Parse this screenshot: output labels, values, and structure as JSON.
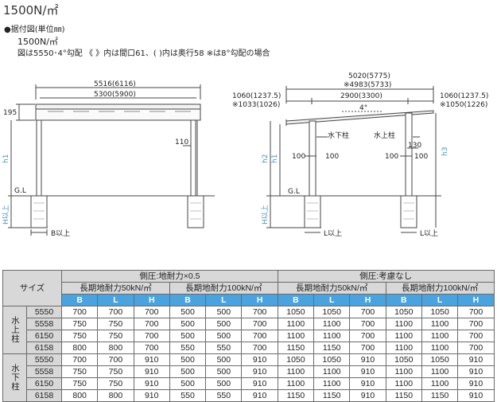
{
  "title": "1500N/㎡",
  "drawing_heading": "●据付図(単位㎜)",
  "spec_line1": "1500N/㎡",
  "spec_line2": "図は5550･4°勾配 《 》内は間口61、( )内は奥行58 ※は8°勾配の場合",
  "front": {
    "top_dim": "5516(6116)",
    "inner_dim": "5300(5900)",
    "roof_h": "195",
    "post_w": "110",
    "h1": "h1",
    "gl": "G.L",
    "hbelow": "H以上",
    "bbelow": "B以上"
  },
  "side": {
    "total_dim": "5020(5775)",
    "total_alt": "※4983(5733)",
    "left_dim": "1060(1237.5)",
    "left_alt": "※1033(1026)",
    "center_dim": "2900(3300)",
    "right_dim": "1060(1237.5)",
    "right_alt": "※1050(1226)",
    "angle": "4°",
    "low_post": "水下柱",
    "high_post": "水上柱",
    "dim_130": "130",
    "dim_100_left_a": "100",
    "dim_100_left_b": "100",
    "dim_100_right_a": "100",
    "dim_100_right_b": "100",
    "h1": "h1",
    "h2": "h2",
    "h3": "h3",
    "gl": "G.L",
    "hbelow": "H以上",
    "lbelow_left": "L以上",
    "lbelow_right": "L以上"
  },
  "table": {
    "size_header": "サイズ",
    "group_a": "側圧:地耐力×0.5",
    "group_b": "側圧:考慮なし",
    "sub_50": "長期地耐力50kN/㎡",
    "sub_100": "長期地耐力100kN/㎡",
    "letters": [
      "B",
      "L",
      "H",
      "B",
      "L",
      "H",
      "B",
      "L",
      "H",
      "B",
      "L",
      "H"
    ],
    "high_label": "水上柱",
    "low_label": "水下柱",
    "high_rows": [
      {
        "size": "5550",
        "vals": [
          "700",
          "700",
          "700",
          "500",
          "500",
          "700",
          "1050",
          "1050",
          "700",
          "1050",
          "1050",
          "700"
        ]
      },
      {
        "size": "5558",
        "vals": [
          "750",
          "750",
          "700",
          "500",
          "500",
          "700",
          "1100",
          "1100",
          "700",
          "1100",
          "1100",
          "700"
        ]
      },
      {
        "size": "6150",
        "vals": [
          "750",
          "750",
          "700",
          "500",
          "500",
          "700",
          "1100",
          "1100",
          "700",
          "1100",
          "1100",
          "700"
        ]
      },
      {
        "size": "6158",
        "vals": [
          "800",
          "800",
          "700",
          "550",
          "550",
          "700",
          "1150",
          "1150",
          "700",
          "1100",
          "1100",
          "700"
        ]
      }
    ],
    "low_rows": [
      {
        "size": "5550",
        "vals": [
          "700",
          "700",
          "910",
          "500",
          "500",
          "910",
          "1050",
          "1050",
          "910",
          "1050",
          "1050",
          "910"
        ]
      },
      {
        "size": "5558",
        "vals": [
          "750",
          "750",
          "910",
          "500",
          "500",
          "910",
          "1100",
          "1100",
          "910",
          "1100",
          "1100",
          "910"
        ]
      },
      {
        "size": "6150",
        "vals": [
          "750",
          "750",
          "910",
          "500",
          "500",
          "910",
          "1100",
          "1100",
          "910",
          "1100",
          "1100",
          "910"
        ]
      },
      {
        "size": "6158",
        "vals": [
          "800",
          "800",
          "910",
          "550",
          "550",
          "910",
          "1150",
          "1150",
          "910",
          "1150",
          "1150",
          "910"
        ]
      }
    ]
  }
}
